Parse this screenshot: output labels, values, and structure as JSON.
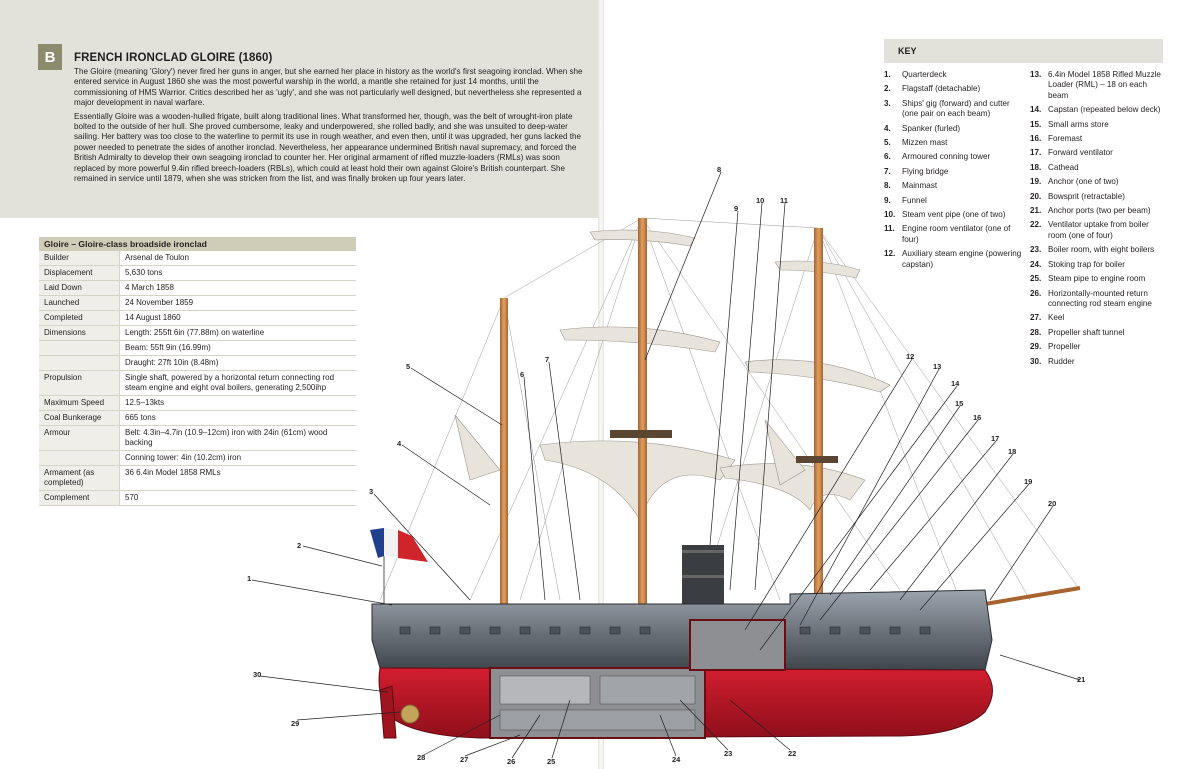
{
  "plate": {
    "badge": "B",
    "title": "FRENCH IRONCLAD GLOIRE (1860)",
    "paragraphs": [
      "The Gloire (meaning 'Glory') never fired her guns in anger, but she earned her place in history as the world's first seagoing ironclad. When she entered service in August 1860 she was the most powerful warship in the world, a mantle she retained for just 14 months, until the commissioning of HMS Warrior. Critics described her as 'ugly', and she was not particularly well designed, but nevertheless she represented a major development in naval warfare.",
      "Essentially Gloire was a wooden-hulled frigate, built along traditional lines. What transformed her, though, was the belt of wrought-iron plate bolted to the outside of her hull. She proved cumbersome, leaky and underpowered, she rolled badly, and she was unsuited to deep-water sailing. Her battery was too close to the waterline to permit its use in rough weather, and even then, until it was upgraded, her guns lacked the power needed to penetrate the sides of another ironclad. Nevertheless, her appearance undermined British naval supremacy, and forced the British Admiralty to develop their own seagoing ironclad to counter her. Her original armament of rifled muzzle-loaders (RMLs) was soon replaced by more powerful 9.4in rifled breech-loaders (RBLs), which could at least hold their own against Gloire's British counterpart. She remained in service until 1879, when she was stricken from the list, and was finally broken up four years later."
    ]
  },
  "spec": {
    "caption": "Gloire – Gloire-class broadside ironclad",
    "rows": [
      {
        "label": "Builder",
        "value": "Arsenal de Toulon"
      },
      {
        "label": "Displacement",
        "value": "5,630 tons"
      },
      {
        "label": "Laid Down",
        "value": "4 March 1858"
      },
      {
        "label": "Launched",
        "value": "24 November 1859"
      },
      {
        "label": "Completed",
        "value": "14 August 1860"
      },
      {
        "label": "Dimensions",
        "value": "Length: 255ft 6in (77.88m) on waterline"
      },
      {
        "label": "",
        "value": "Beam: 55ft 9in (16.99m)"
      },
      {
        "label": "",
        "value": "Draught: 27ft 10in (8.48m)"
      },
      {
        "label": "Propulsion",
        "value": "Single shaft, powered by a horizontal return connecting rod steam engine and eight oval boilers, generating 2,500ihp"
      },
      {
        "label": "Maximum Speed",
        "value": "12.5–13kts"
      },
      {
        "label": "Coal Bunkerage",
        "value": "665 tons"
      },
      {
        "label": "Armour",
        "value": "Belt: 4.3in–4.7in (10.9–12cm) iron with 24in (61cm) wood backing"
      },
      {
        "label": "",
        "value": "Conning tower: 4in (10.2cm) iron"
      },
      {
        "label": "Armament (as completed)",
        "value": "36 6.4in Model 1858 RMLs"
      },
      {
        "label": "Complement",
        "value": "570"
      }
    ]
  },
  "key": {
    "heading": "KEY",
    "left": [
      {
        "n": "1.",
        "t": "Quarterdeck"
      },
      {
        "n": "2.",
        "t": "Flagstaff (detachable)"
      },
      {
        "n": "3.",
        "t": "Ships' gig (forward) and cutter (one pair on each beam)"
      },
      {
        "n": "4.",
        "t": "Spanker (furled)"
      },
      {
        "n": "5.",
        "t": "Mizzen mast"
      },
      {
        "n": "6.",
        "t": "Armoured conning tower"
      },
      {
        "n": "7.",
        "t": "Flying bridge"
      },
      {
        "n": "8.",
        "t": "Mainmast"
      },
      {
        "n": "9.",
        "t": "Funnel"
      },
      {
        "n": "10.",
        "t": "Steam vent pipe (one of two)"
      },
      {
        "n": "11.",
        "t": "Engine room ventilator (one of four)"
      },
      {
        "n": "12.",
        "t": "Auxiliary steam engine (powering capstan)"
      }
    ],
    "right": [
      {
        "n": "13.",
        "t": "6.4in Model 1858 Rifled Muzzle Loader (RML) – 18 on each beam"
      },
      {
        "n": "14.",
        "t": "Capstan (repeated below deck)"
      },
      {
        "n": "15.",
        "t": "Small arms store"
      },
      {
        "n": "16.",
        "t": "Foremast"
      },
      {
        "n": "17.",
        "t": "Forward ventilator"
      },
      {
        "n": "18.",
        "t": "Cathead"
      },
      {
        "n": "19.",
        "t": "Anchor (one of two)"
      },
      {
        "n": "20.",
        "t": "Bowsprit (retractable)"
      },
      {
        "n": "21.",
        "t": "Anchor ports (two per beam)"
      },
      {
        "n": "22.",
        "t": "Ventilator uptake from boiler room (one of four)"
      },
      {
        "n": "23.",
        "t": "Boiler room, with eight boilers"
      },
      {
        "n": "24.",
        "t": "Stoking trap for boiler"
      },
      {
        "n": "25.",
        "t": "Steam pipe to engine room"
      },
      {
        "n": "26.",
        "t": "Horizontally-mounted return connecting rod steam engine"
      },
      {
        "n": "27.",
        "t": "Keel"
      },
      {
        "n": "28.",
        "t": "Propeller shaft tunnel"
      },
      {
        "n": "29.",
        "t": "Propeller"
      },
      {
        "n": "30.",
        "t": "Rudder"
      }
    ]
  },
  "callouts": [
    "1",
    "2",
    "3",
    "4",
    "5",
    "6",
    "7",
    "8",
    "9",
    "10",
    "11",
    "12",
    "13",
    "14",
    "15",
    "16",
    "17",
    "18",
    "19",
    "20",
    "21",
    "22",
    "23",
    "24",
    "25",
    "26",
    "27",
    "28",
    "29",
    "30"
  ],
  "colors": {
    "panel": "#e3e2da",
    "badge": "#8d8b6d",
    "hull_red": "#c8182a",
    "hull_iron": "#6f7780",
    "mast": "#c98a4a"
  }
}
